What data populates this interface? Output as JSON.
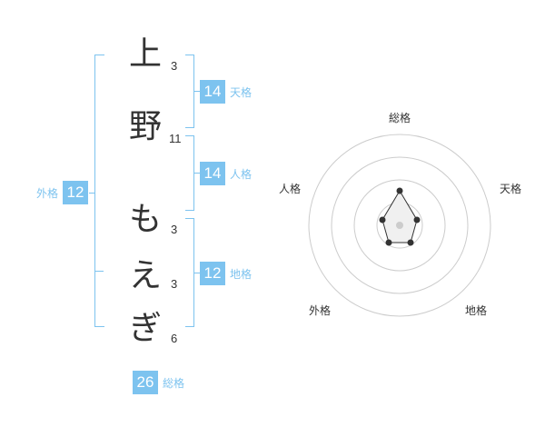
{
  "name": {
    "chars": [
      {
        "char": "上",
        "strokes": "3"
      },
      {
        "char": "野",
        "strokes": "11"
      },
      {
        "char": "も",
        "strokes": "3"
      },
      {
        "char": "え",
        "strokes": "3"
      },
      {
        "char": "ぎ",
        "strokes": "6"
      }
    ]
  },
  "kakusu": {
    "tenkaku": {
      "label": "天格",
      "value": "14"
    },
    "jinkaku": {
      "label": "人格",
      "value": "14"
    },
    "chikaku": {
      "label": "地格",
      "value": "12"
    },
    "gaikaku": {
      "label": "外格",
      "value": "12"
    },
    "soukaku": {
      "label": "総格",
      "value": "26"
    }
  },
  "radar": {
    "labels": {
      "sou": "総格",
      "ten": "天格",
      "chi": "地格",
      "gai": "外格",
      "jin": "人格"
    }
  },
  "colors": {
    "accent": "#7dc3ef",
    "text": "#333333",
    "ring": "#cccccc",
    "center_dot": "#cccccc",
    "polygon_fill": "#f0f0f0",
    "point": "#333333"
  }
}
